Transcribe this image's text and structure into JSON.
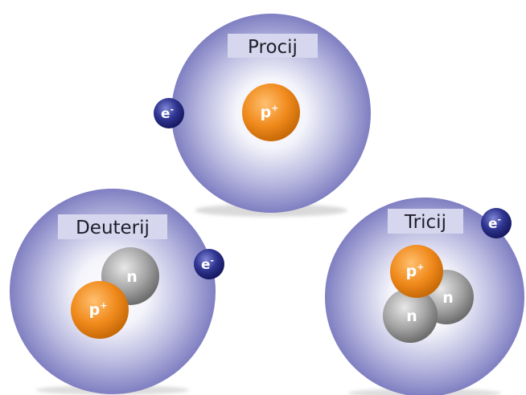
{
  "colors": {
    "cloud_edge": "#7f7fc2",
    "cloud_center": "#ffffff",
    "proton": "#f08a1c",
    "neutron": "#9a9a9a",
    "electron": "#2a2f8a",
    "label_box": "#d6d6ee"
  },
  "atoms": [
    {
      "name": "Procij",
      "proton_symbol": "p",
      "proton_charge": "+",
      "electron_symbol": "e",
      "electron_charge": "-"
    },
    {
      "name": "Deuterij",
      "proton_symbol": "p",
      "proton_charge": "+",
      "neutron_symbol": "n",
      "electron_symbol": "e",
      "electron_charge": "-"
    },
    {
      "name": "Tricij",
      "proton_symbol": "p",
      "proton_charge": "+",
      "neutron_symbol": "n",
      "neutron2_symbol": "n",
      "electron_symbol": "e",
      "electron_charge": "-"
    }
  ]
}
